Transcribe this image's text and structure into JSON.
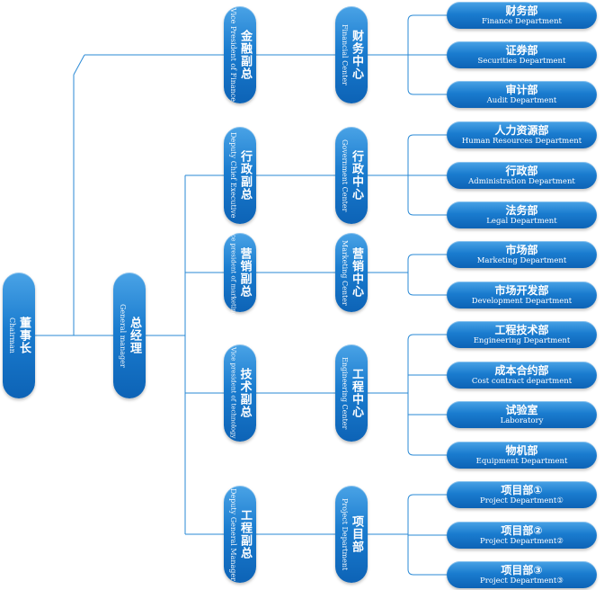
{
  "chairman": {
    "cn": "董事长",
    "en": "Chairman"
  },
  "general_manager": {
    "cn": "总经理",
    "en": "General manager"
  },
  "branches": [
    {
      "vp": {
        "cn": "金融副总",
        "en": "Vice President of Finance"
      },
      "center": {
        "cn": "财务中心",
        "en": "Financial Center"
      },
      "departments": [
        {
          "cn": "财务部",
          "en": "Finance Department"
        },
        {
          "cn": "证券部",
          "en": "Securities Department"
        },
        {
          "cn": "审计部",
          "en": "Audit Department"
        }
      ]
    },
    {
      "vp": {
        "cn": "行政副总",
        "en": "Deputy Chief Executive"
      },
      "center": {
        "cn": "行政中心",
        "en": "Government Center"
      },
      "departments": [
        {
          "cn": "人力资源部",
          "en": "Human Resources Department"
        },
        {
          "cn": "行政部",
          "en": "Administration Department"
        },
        {
          "cn": "法务部",
          "en": "Legal Department"
        }
      ]
    },
    {
      "vp": {
        "cn": "营销副总",
        "en": "Vice president of marketing"
      },
      "center": {
        "cn": "营销中心",
        "en": "Marketing Center"
      },
      "departments": [
        {
          "cn": "市场部",
          "en": "Marketing Department"
        },
        {
          "cn": "市场开发部",
          "en": "Development Department"
        }
      ]
    },
    {
      "vp": {
        "cn": "技术副总",
        "en": "Vice president of technology"
      },
      "center": {
        "cn": "工程中心",
        "en": "Engineering Center"
      },
      "departments": [
        {
          "cn": "工程技术部",
          "en": "Engineering Department"
        },
        {
          "cn": "成本合约部",
          "en": "Cost contract department"
        },
        {
          "cn": "试验室",
          "en": "Laboratory"
        },
        {
          "cn": "物机部",
          "en": "Equipment Department"
        }
      ]
    },
    {
      "vp": {
        "cn": "工程副总",
        "en": "Deputy General Manager"
      },
      "center": {
        "cn": "项目部",
        "en": "Project Department"
      },
      "departments": [
        {
          "cn": "项目部①",
          "en": "Project Department①"
        },
        {
          "cn": "项目部②",
          "en": "Project Department②"
        },
        {
          "cn": "项目部③",
          "en": "Project Department③"
        }
      ]
    }
  ],
  "colors": {
    "pill": "#1a7ccf",
    "line": "#2a8ad6"
  }
}
